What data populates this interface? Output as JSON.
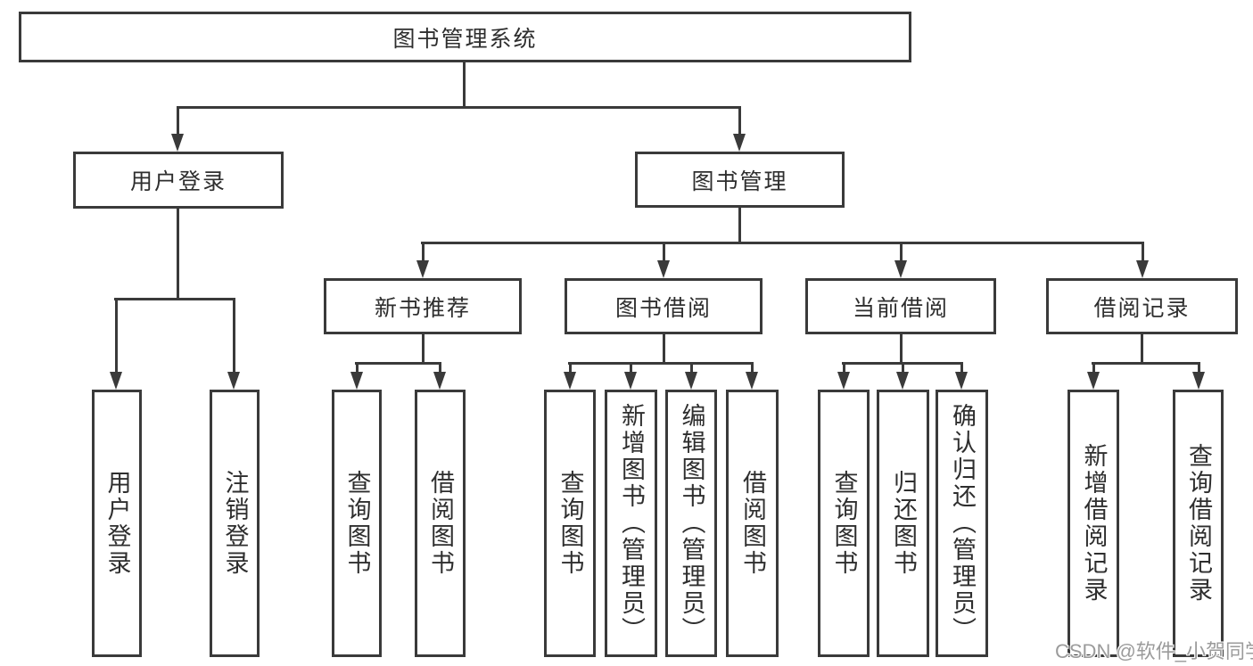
{
  "diagram_title": "图书管理系统",
  "nodes": {
    "root": {
      "label": "图书管理系统"
    },
    "level2": [
      {
        "label": "用户登录",
        "parent": "图书管理系统"
      },
      {
        "label": "图书管理",
        "parent": "图书管理系统"
      }
    ],
    "level3": [
      {
        "label": "新书推荐",
        "parent": "图书管理"
      },
      {
        "label": "图书借阅",
        "parent": "图书管理"
      },
      {
        "label": "当前借阅",
        "parent": "图书管理"
      },
      {
        "label": "借阅记录",
        "parent": "图书管理"
      }
    ],
    "leaves": [
      {
        "label": "用户登录",
        "parent": "用户登录"
      },
      {
        "label": "注销登录",
        "parent": "用户登录"
      },
      {
        "label": "查询图书",
        "parent": "新书推荐"
      },
      {
        "label": "借阅图书",
        "parent": "新书推荐"
      },
      {
        "label": "查询图书",
        "parent": "图书借阅"
      },
      {
        "label": "新增图书（管理员）",
        "parent": "图书借阅"
      },
      {
        "label": "编辑图书（管理员）",
        "parent": "图书借阅"
      },
      {
        "label": "借阅图书",
        "parent": "图书借阅"
      },
      {
        "label": "查询图书",
        "parent": "当前借阅"
      },
      {
        "label": "归还图书",
        "parent": "当前借阅"
      },
      {
        "label": "确认归还（管理员）",
        "parent": "当前借阅"
      },
      {
        "label": "新增借阅记录",
        "parent": "借阅记录"
      },
      {
        "label": "查询借阅记录",
        "parent": "借阅记录"
      }
    ]
  },
  "watermark": {
    "text": "CSDN @软件_小贺同学"
  },
  "colors": {
    "line": "#3a3a3a",
    "text": "#2e2e2e",
    "watermark": "#9b9b9b",
    "background": "#ffffff"
  }
}
